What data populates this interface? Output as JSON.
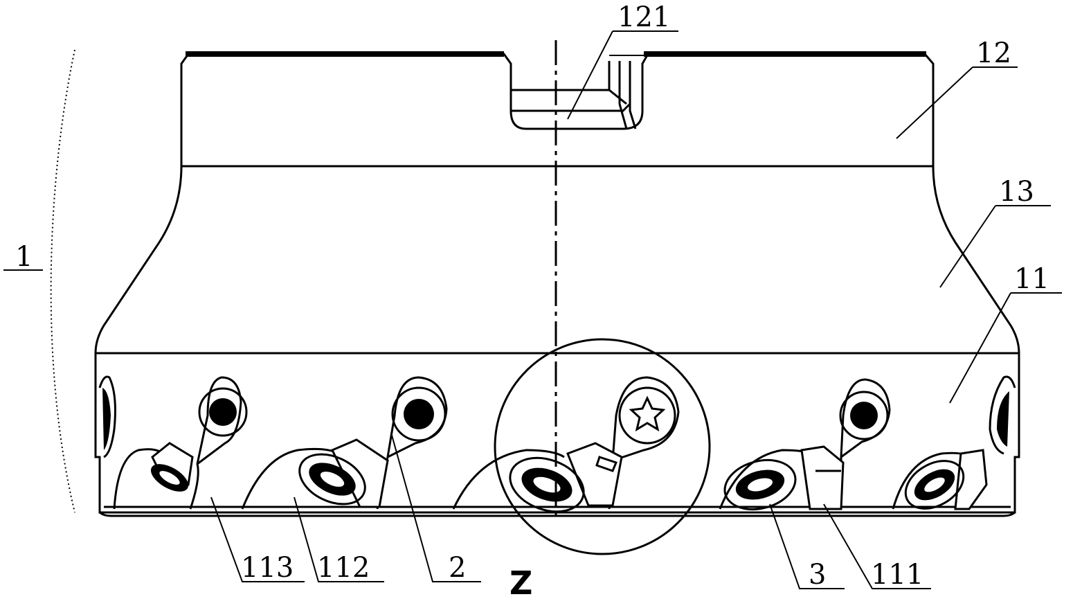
{
  "labels": {
    "l1": "1",
    "l121": "121",
    "l12": "12",
    "l13": "13",
    "l11": "11",
    "l113": "113",
    "l112": "112",
    "l2": "2",
    "lZ": "Z",
    "l3": "3",
    "l111": "111"
  }
}
